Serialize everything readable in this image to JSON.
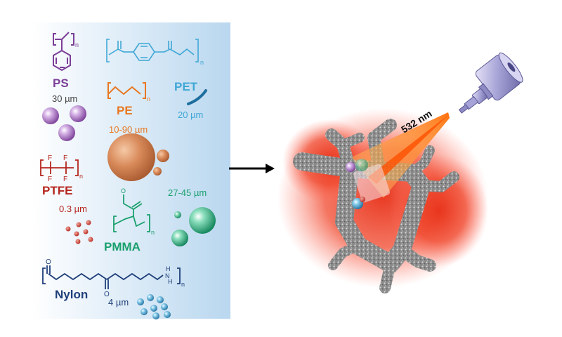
{
  "plastics": {
    "ps": {
      "name": "PS",
      "size": "30 µm",
      "color": "#7b3f98"
    },
    "pet": {
      "name": "PET",
      "size": "20 µm",
      "color": "#3fa7d6"
    },
    "pe": {
      "name": "PE",
      "size": "10-90 µm",
      "color": "#e87722"
    },
    "ptfe": {
      "name": "PTFE",
      "size": "0.3 µm",
      "color": "#b5261e",
      "atom": "F"
    },
    "pmma": {
      "name": "PMMA",
      "size": "27-45 µm",
      "color": "#1aa06d"
    },
    "nylon": {
      "name": "Nylon",
      "size": "4 µm",
      "color": "#1f3f7a",
      "atom_o": "O",
      "atom_nh": "H",
      "atom_n": "N"
    }
  },
  "repeat_subscript": "n",
  "laser": {
    "wavelength": "532 nm",
    "beam_color": "#ff7a1a"
  },
  "glow_color": "#ef3b24",
  "panel_color": "#bcd9f0"
}
